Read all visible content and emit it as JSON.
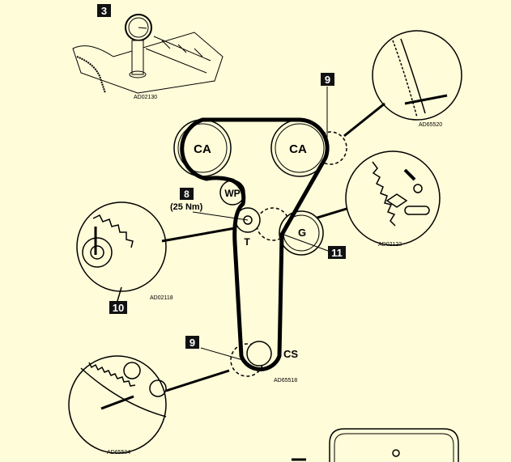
{
  "callouts": {
    "c3": "3",
    "c9a": "9",
    "c8": "8",
    "torque": "(25 Nm)",
    "c11": "11",
    "c10": "10",
    "c9b": "9"
  },
  "pulleys": {
    "ca_left": "CA",
    "ca_right": "CA",
    "wp": "WP",
    "t": "T",
    "g": "G",
    "cs": "CS"
  },
  "codes": {
    "top": "AD02130",
    "top_right": "AD65520",
    "right": "AD02122",
    "left": "AD02118",
    "crank": "AD65518",
    "bottom_left": "AD65524"
  },
  "colors": {
    "background": "#fefcd9",
    "ink": "#000000"
  }
}
